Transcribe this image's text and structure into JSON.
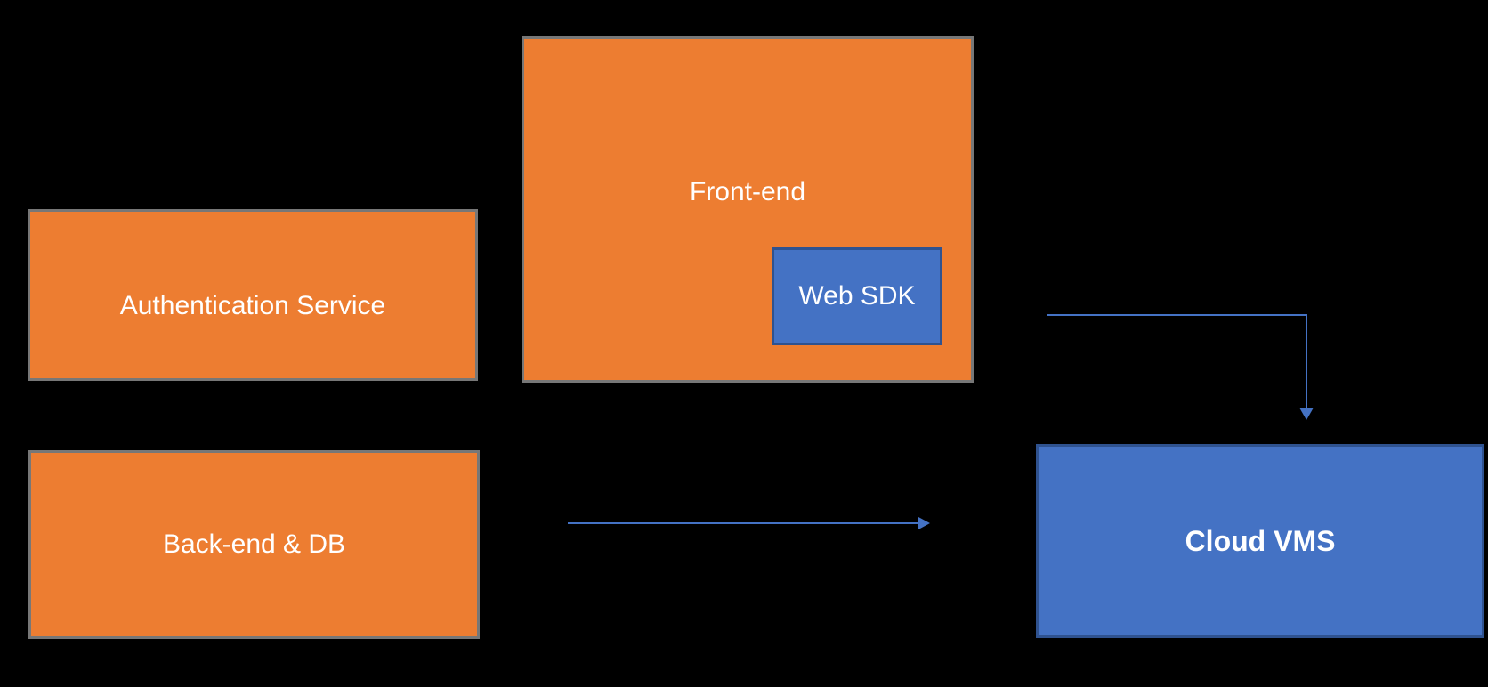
{
  "canvas": {
    "background": "#000000"
  },
  "colors": {
    "canvas_bg": "#000000",
    "orange_fill": "#ED7D31",
    "orange_border": "#777777",
    "blue_fill": "#4472C4",
    "blue_border": "#2F528F",
    "arrow": "#4472C4",
    "text": "#FFFFFF"
  },
  "nodes": {
    "auth": {
      "label": "Authentication Service"
    },
    "frontend": {
      "label": "Front-end"
    },
    "websdk": {
      "label": "Web SDK"
    },
    "backend": {
      "label": "Back-end & DB"
    },
    "cloudvms": {
      "label": "Cloud VMS"
    }
  },
  "arrows": [
    {
      "name": "frontend-to-cloudvms",
      "shape": "elbow-down",
      "from": "frontend",
      "to": "cloudvms"
    },
    {
      "name": "backend-to-cloudvms",
      "shape": "straight-right",
      "from": "backend",
      "to": "cloudvms"
    }
  ]
}
